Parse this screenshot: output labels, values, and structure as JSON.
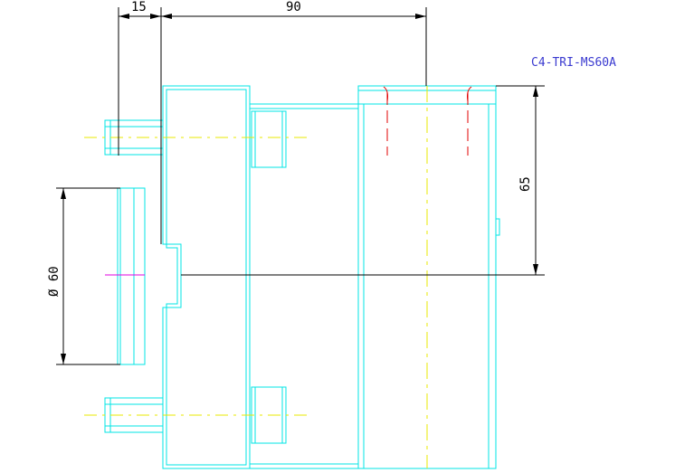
{
  "part_label": "C4-TRI-MS60A",
  "dimensions": {
    "width_left": "15",
    "width_main": "90",
    "height": "65",
    "diameter": "Ø 60"
  },
  "colors": {
    "outline": "#00e5e5",
    "dimension": "#000000",
    "centerline": "#e8e800",
    "hidden": "#e00000",
    "label": "#3a3ad0"
  }
}
